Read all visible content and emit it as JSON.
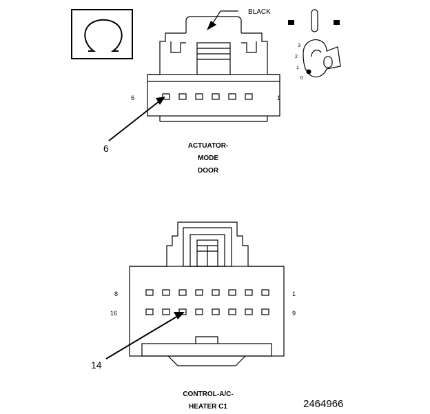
{
  "top_connector": {
    "color_label": "BLACK",
    "pin_left": "6",
    "pin_right": "1",
    "callout": "6",
    "caption": [
      "ACTUATOR-",
      "MODE",
      "DOOR"
    ]
  },
  "key_legend": {
    "positions": [
      "3",
      "2",
      "1",
      "0"
    ]
  },
  "bottom_connector": {
    "row1_left": "8",
    "row1_right": "1",
    "row2_left": "16",
    "row2_right": "9",
    "callout": "14",
    "caption": [
      "CONTROL-A/C-",
      "HEATER C1"
    ]
  },
  "figure_number": "2464966"
}
